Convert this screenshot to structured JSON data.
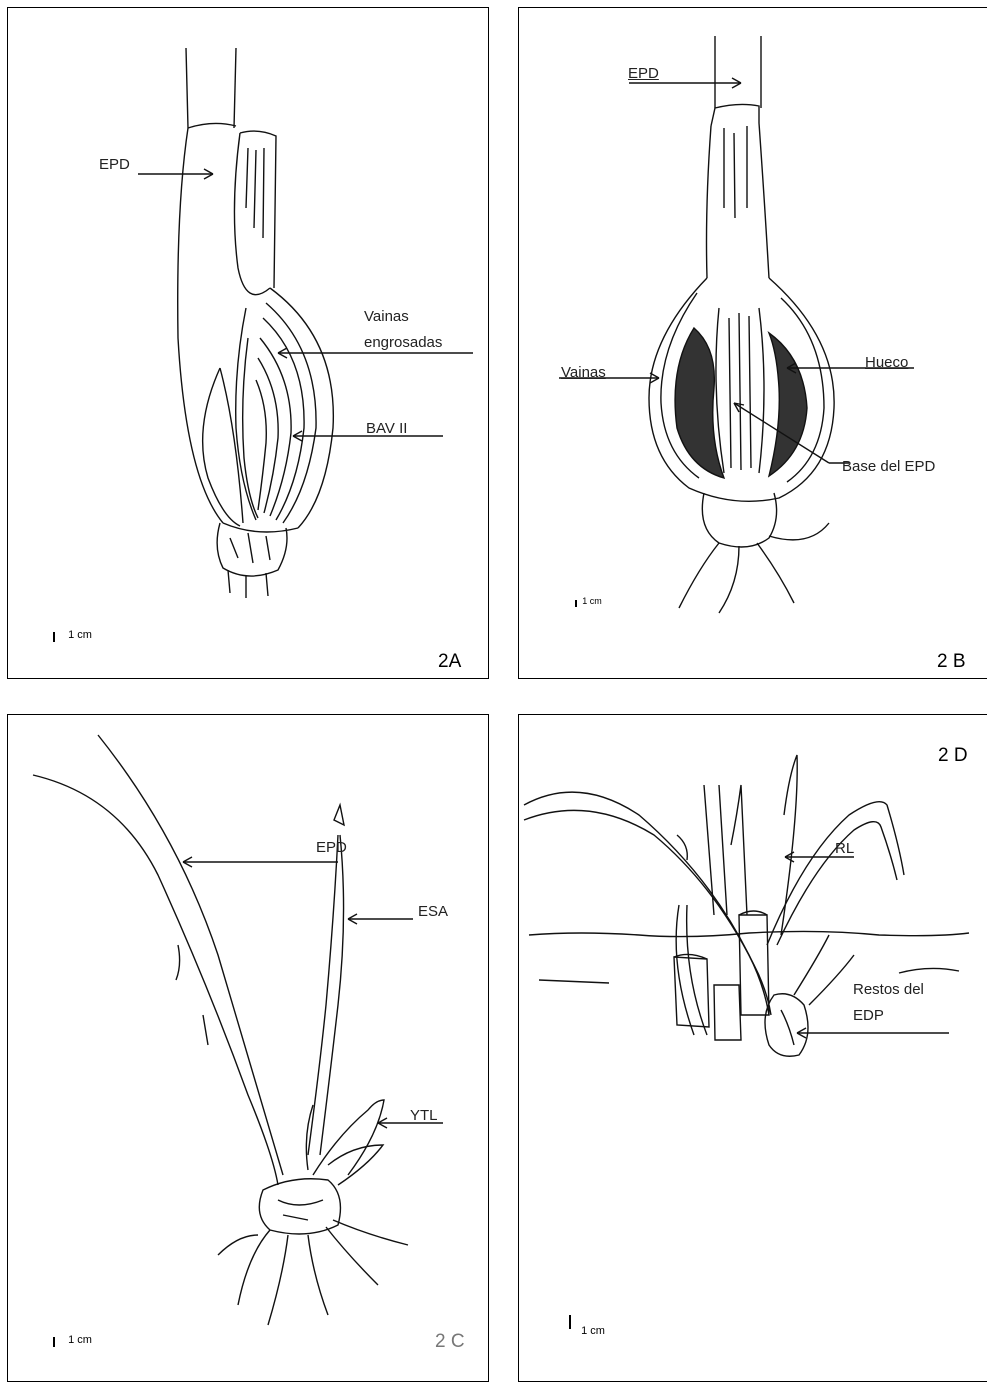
{
  "panels": {
    "a": {
      "id": "2A",
      "scale": "1 cm",
      "labels": {
        "epd": "EPD",
        "vainas": "Vainas",
        "engrosadas": "engrosadas",
        "bav": "BAV II"
      }
    },
    "b": {
      "id": "2 B",
      "scale": "1 cm",
      "labels": {
        "epd": "EPD",
        "vainas": "Vainas",
        "hueco": "Hueco",
        "base": "Base del EPD"
      }
    },
    "c": {
      "id": "2 C",
      "scale": "1 cm",
      "labels": {
        "epd": "EPD",
        "esa": "ESA",
        "ytl": "YTL"
      }
    },
    "d": {
      "id": "2 D",
      "scale": "1 cm",
      "labels": {
        "rl": "RL",
        "restos": "Restos del",
        "edp": "EDP"
      }
    }
  }
}
